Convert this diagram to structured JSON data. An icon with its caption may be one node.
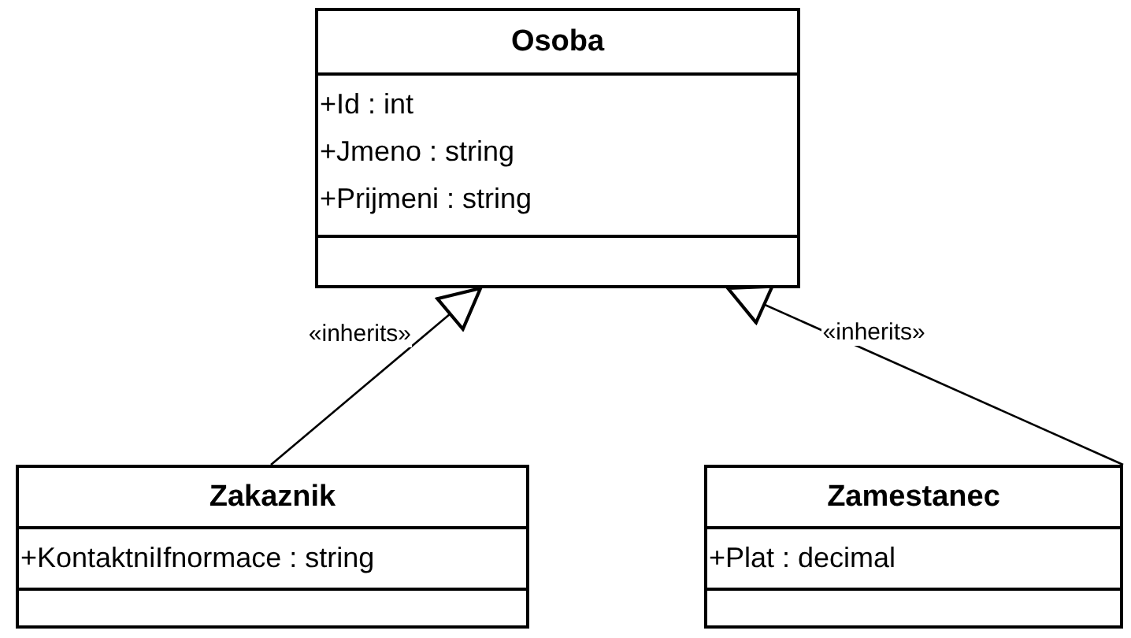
{
  "diagram": {
    "nodes": [
      {
        "text": [
          "Osoba",
          "+Id : int",
          "+Jmeno : string",
          "+Prijmeni : string"
        ]
      },
      {
        "text": [
          "Zakaznik",
          "+KontaktniIfnormace : string"
        ]
      },
      {
        "text": [
          "Zamestanec",
          "+Plat : decimal"
        ]
      }
    ],
    "edges": [
      {
        "from": 1,
        "to": 0,
        "arrow": "to",
        "label": "«inherits»"
      },
      {
        "from": 2,
        "to": 0,
        "arrow": "to",
        "label": "«inherits»"
      }
    ]
  }
}
